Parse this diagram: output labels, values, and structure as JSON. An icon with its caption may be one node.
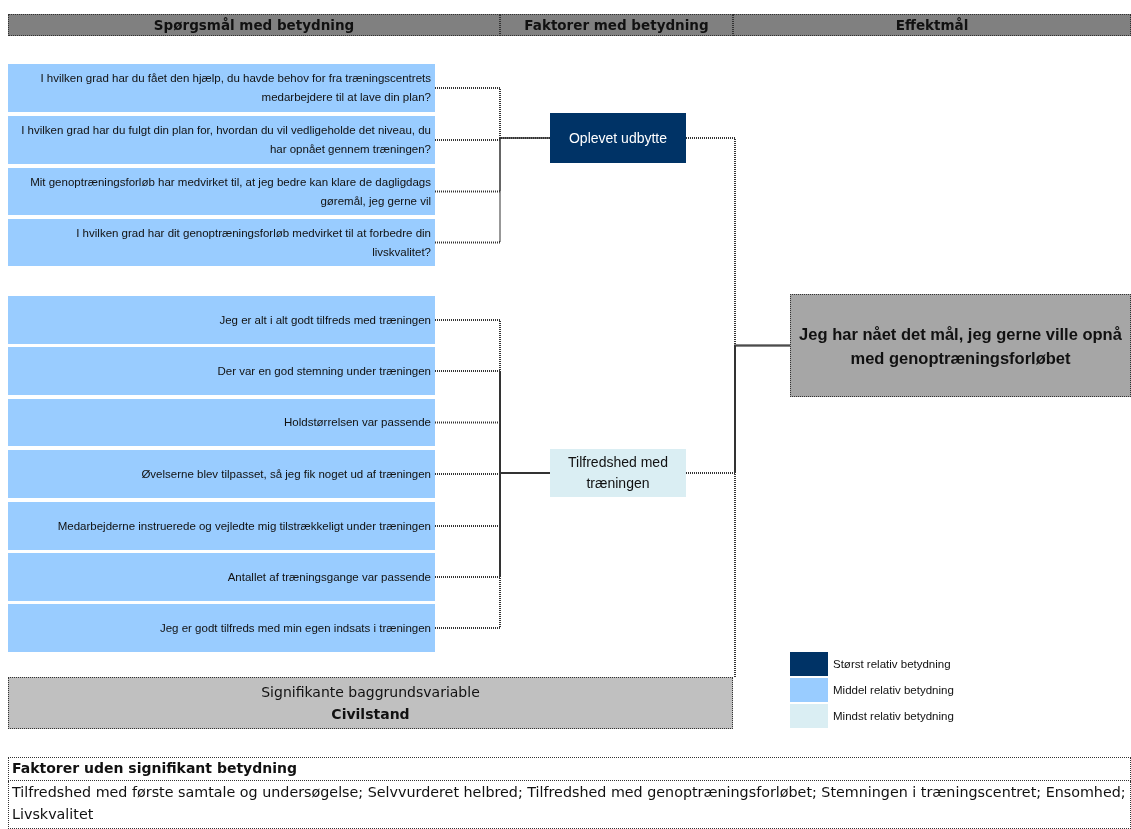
{
  "diagram": {
    "nodes": [
      {
        "text": [
          "Spørgsmål med betydning"
        ]
      },
      {
        "text": [
          "Faktorer med betydning"
        ]
      },
      {
        "text": [
          "Effektmål"
        ]
      },
      {
        "text": [
          "I hvilken grad har du fået den hjælp, du havde behov for fra træningscentrets medarbejdere til at lave din plan?"
        ]
      },
      {
        "text": [
          "I hvilken grad har du fulgt din plan for, hvordan du vil vedligeholde det niveau, du har opnået gennem træningen?"
        ]
      },
      {
        "text": [
          "Mit genoptræningsforløb har medvirket til, at jeg bedre kan klare de dagligdags gøremål, jeg gerne vil"
        ]
      },
      {
        "text": [
          "I hvilken grad har dit genoptræningsforløb medvirket til at forbedre din livskvalitet?"
        ]
      },
      {
        "text": [
          "Oplevet udbytte"
        ]
      },
      {
        "text": [
          "Jeg er alt i alt godt tilfreds med træningen"
        ]
      },
      {
        "text": [
          "Der var en god stemning under træningen"
        ]
      },
      {
        "text": [
          "Holdstørrelsen var passende"
        ]
      },
      {
        "text": [
          "Øvelserne blev tilpasset, så jeg fik noget ud af træningen"
        ]
      },
      {
        "text": [
          "Medarbejderne instruerede og vejledte mig tilstrækkeligt under træningen"
        ]
      },
      {
        "text": [
          "Antallet af træningsgange var passende"
        ]
      },
      {
        "text": [
          "Jeg er godt tilfreds med min egen indsats i træningen"
        ]
      },
      {
        "text": [
          "Tilfredshed med træningen"
        ]
      },
      {
        "text": [
          "Jeg har nået det mål, jeg gerne ville opnå med genoptræningsforløbet"
        ]
      },
      {
        "text": [
          "Signifikante baggrundsvariable",
          "Civilstand"
        ]
      },
      {
        "text": [
          "Faktorer uden signifikant betydning",
          "Tilfredshed med første samtale og undersøgelse; Selvvurderet helbred; Tilfredshed med genoptræningsforløbet; Stemningen i træningscentret; Ensomhed; Livskvalitet"
        ]
      }
    ],
    "edges": [
      {
        "from": 3,
        "to": 7,
        "arrow": "none"
      },
      {
        "from": 4,
        "to": 7,
        "arrow": "none"
      },
      {
        "from": 5,
        "to": 7,
        "arrow": "none"
      },
      {
        "from": 6,
        "to": 7,
        "arrow": "none"
      },
      {
        "from": 8,
        "to": 15,
        "arrow": "none"
      },
      {
        "from": 9,
        "to": 15,
        "arrow": "none"
      },
      {
        "from": 10,
        "to": 15,
        "arrow": "none"
      },
      {
        "from": 11,
        "to": 15,
        "arrow": "none"
      },
      {
        "from": 12,
        "to": 15,
        "arrow": "none"
      },
      {
        "from": 13,
        "to": 15,
        "arrow": "none"
      },
      {
        "from": 14,
        "to": 15,
        "arrow": "none"
      },
      {
        "from": 7,
        "to": 16,
        "arrow": "none"
      },
      {
        "from": 15,
        "to": 16,
        "arrow": "none"
      },
      {
        "from": 17,
        "to": 16,
        "arrow": "none"
      }
    ],
    "legend": [
      {
        "text": "Størst relativ betydning",
        "color": "#003366"
      },
      {
        "text": "Middel relativ betydning",
        "color": "#99ccff"
      },
      {
        "text": "Mindst relativ betydning",
        "color": "#daeef3"
      }
    ]
  }
}
